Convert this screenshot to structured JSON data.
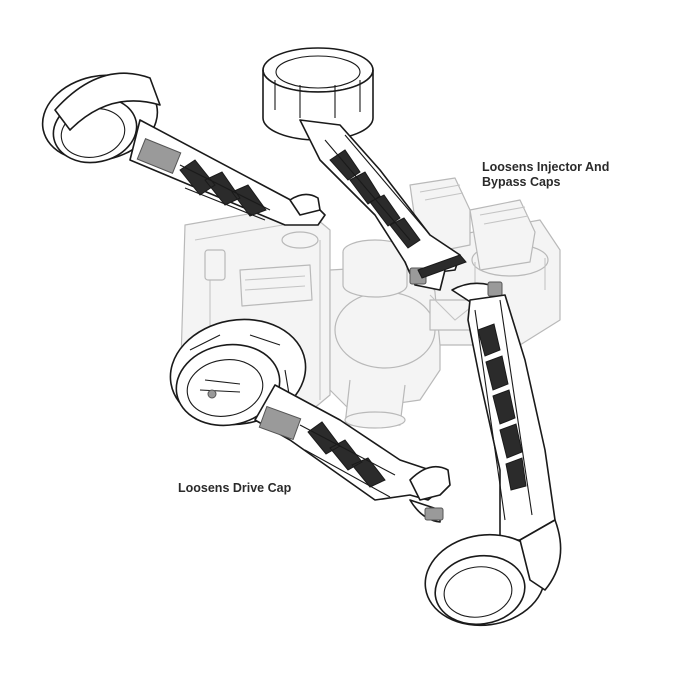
{
  "labels": {
    "injector_line1": "Loosens Injector And",
    "injector_line2": "Bypass Caps",
    "drive": "Loosens Drive Cap"
  },
  "colors": {
    "ink": "#1a1a1a",
    "background": "#ffffff",
    "ghost_valve": "#b9b9b9"
  },
  "icons": {
    "illustration": "service-wrench-on-valve-illustration"
  }
}
